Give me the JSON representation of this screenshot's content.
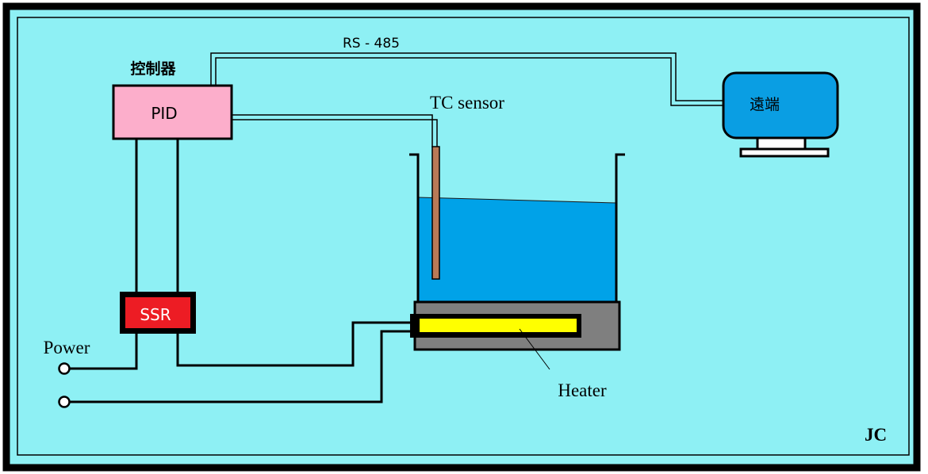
{
  "labels": {
    "controller": "控制器",
    "pid": "PID",
    "rs485": "RS - 485",
    "tc_sensor": "TC sensor",
    "remote": "遠端",
    "ssr": "SSR",
    "power": "Power",
    "heater": "Heater",
    "signature": "JC"
  },
  "colors": {
    "background": "#8ef0f4",
    "frame": "#000000",
    "pid_box": "#fcaecb",
    "monitor": "#0a9ee3",
    "water": "#00a2e8",
    "ssr_box": "#ed1c24",
    "heater_element": "#ffff00",
    "heater_base": "#7f7f7f",
    "tc_probe": "#b97a57"
  }
}
